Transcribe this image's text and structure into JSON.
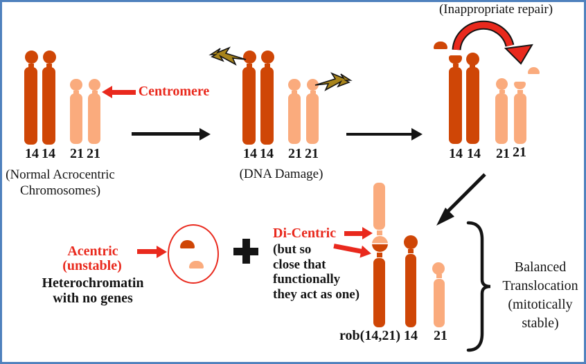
{
  "colors": {
    "chr14": "#CF4606",
    "chr21": "#FAAB7D",
    "red": "#E9291D",
    "bolt": "#A8841B",
    "ink": "#141414",
    "border": "#4F81BD"
  },
  "panel_normal": {
    "labels": [
      "14",
      "14",
      "21",
      "21"
    ],
    "caption_line1": "(Normal Acrocentric",
    "caption_line2": "Chromosomes)",
    "centromere_label": "Centromere"
  },
  "panel_damage": {
    "labels": [
      "14",
      "14",
      "21",
      "21"
    ],
    "caption": "(DNA Damage)"
  },
  "panel_repair": {
    "title": "(Inappropriate repair)",
    "labels": [
      "14",
      "14",
      "21",
      "21"
    ]
  },
  "acentric": {
    "title_line1": "Acentric",
    "title_line2": "(unstable)",
    "subtitle_line1": "Heterochromatin",
    "subtitle_line2": "with no genes"
  },
  "icons": {
    "plus_icon": "+",
    "lightning_bolt_icon": "lightning-bolt",
    "centromere_arrow_icon": "red-arrow-left",
    "repair_arc_icon": "red-curved-arrow"
  },
  "dicentric": {
    "title": "Di-Centric",
    "note_line1": "(but so",
    "note_line2": "close that",
    "note_line3": "functionally",
    "note_line4": "they act as one)",
    "labels": [
      "rob(14,21)",
      "14",
      "21"
    ]
  },
  "balanced": {
    "line1": "Balanced",
    "line2": "Translocation",
    "line3": "(mitotically",
    "line4": "stable)"
  }
}
